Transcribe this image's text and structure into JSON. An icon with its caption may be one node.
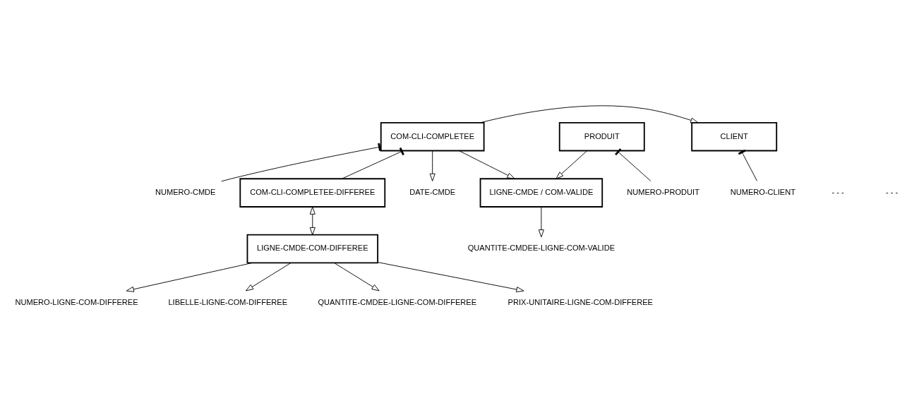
{
  "diagram": {
    "nodes": [
      {
        "text": [
          "CLIENT"
        ]
      },
      {
        "text": [
          "COM-CLI-COMPLETEE"
        ]
      },
      {
        "text": [
          "PRODUIT"
        ]
      },
      {
        "text": [
          "NUMERO-CLIENT"
        ]
      },
      {
        "text": [
          "NUMERO-CMDE"
        ]
      },
      {
        "text": [
          "DATE-CMDE"
        ]
      },
      {
        "text": [
          "LIGNE-CMDE / COM-VALIDE"
        ]
      },
      {
        "text": [
          "NUMERO-PRODUIT"
        ]
      },
      {
        "text": [
          "QUANTITE-CMDEE-LIGNE-COM-VALIDE"
        ]
      },
      {
        "text": [
          "COM-CLI-COMPLETEE-DIFFEREE"
        ]
      },
      {
        "text": [
          "LIGNE-CMDE-COM-DIFFEREE"
        ]
      },
      {
        "text": [
          "NUMERO-LIGNE-COM-DIFFEREE"
        ]
      },
      {
        "text": [
          "LIBELLE-LIGNE-COM-DIFFEREE"
        ]
      },
      {
        "text": [
          "QUANTITE-CMDEE-LIGNE-COM-DIFFEREE"
        ]
      },
      {
        "text": [
          "PRIX-UNITAIRE-LIGNE-COM-DIFFEREE"
        ]
      }
    ],
    "edges": [
      {
        "from": 1,
        "to": 0,
        "arrow": "to"
      },
      {
        "from": 0,
        "to": 3,
        "arrow": "other"
      },
      {
        "from": 1,
        "to": 4,
        "arrow": "other"
      },
      {
        "from": 1,
        "to": 5,
        "arrow": "to"
      },
      {
        "from": 1,
        "to": 6,
        "arrow": "to"
      },
      {
        "from": 2,
        "to": 6,
        "arrow": "to"
      },
      {
        "from": 2,
        "to": 7,
        "arrow": "other"
      },
      {
        "from": 6,
        "to": 8,
        "arrow": "to"
      },
      {
        "from": 1,
        "to": 9,
        "arrow": "other"
      },
      {
        "from": 9,
        "to": 10,
        "arrow": "both"
      },
      {
        "from": 10,
        "to": 11,
        "arrow": "to"
      },
      {
        "from": 10,
        "to": 12,
        "arrow": "to"
      },
      {
        "from": 10,
        "to": 13,
        "arrow": "to"
      },
      {
        "from": 10,
        "to": 14,
        "arrow": "to"
      }
    ],
    "labels": [
      "- - -",
      "- - -"
    ]
  }
}
